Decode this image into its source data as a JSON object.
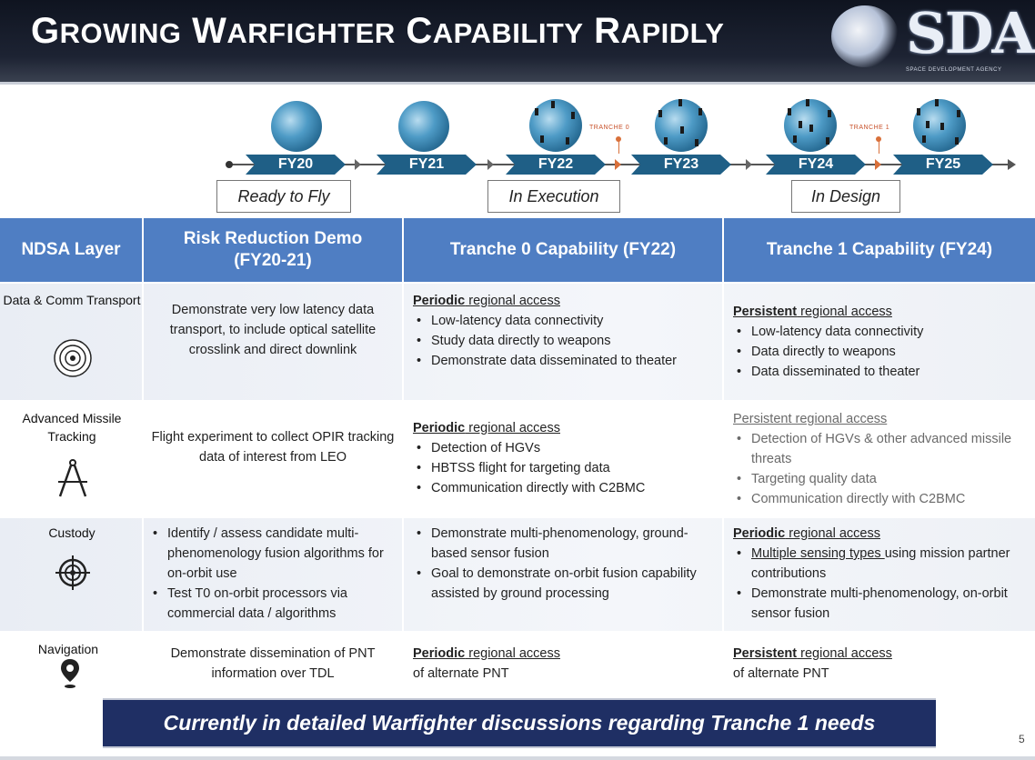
{
  "title": {
    "first_caps": [
      "G",
      "W",
      "C",
      "R"
    ],
    "words": [
      "ROWING",
      "ARFIGHTER",
      "APABILITY",
      "APIDLY"
    ]
  },
  "logo": {
    "letters": "SDA",
    "agency": "SPACE DEVELOPMENT AGENCY"
  },
  "timeline": {
    "fiscal_years": [
      "FY20",
      "FY21",
      "FY22",
      "FY23",
      "FY24",
      "FY25"
    ],
    "tranche_markers": [
      "TRANCHE 0",
      "TRANCHE 1"
    ],
    "phases": [
      "Ready to Fly",
      "In Execution",
      "In Design"
    ]
  },
  "table": {
    "headers": [
      "NDSA Layer",
      "Risk Reduction Demo (FY20-21)",
      "Tranche 0 Capability (FY22)",
      "Tranche 1 Capability (FY24)"
    ],
    "rows": [
      {
        "layer": "Data & Comm Transport",
        "icon": "concentric-rings-icon",
        "demo": "Demonstrate very low latency data transport, to include optical satellite crosslink and direct downlink",
        "t0_access_bold": "Periodic",
        "t0_access_rest": " regional access",
        "t0_items": [
          "Low-latency data connectivity",
          "Study data directly to weapons",
          "Demonstrate data disseminated to theater"
        ],
        "t1_access_bold": "Persistent",
        "t1_access_rest": " regional access",
        "t1_items": [
          "Low-latency data connectivity",
          "Data directly to weapons",
          "Data disseminated to theater"
        ]
      },
      {
        "layer": "Advanced Missile Tracking",
        "icon": "tracking-compass-icon",
        "demo": "Flight experiment to collect OPIR tracking data of interest from LEO",
        "t0_access_bold": "Periodic",
        "t0_access_rest": " regional access",
        "t0_items": [
          "Detection of HGVs",
          "HBTSS flight for targeting data",
          "Communication directly with C2BMC"
        ],
        "t1_access_bold": "Persistent",
        "t1_access_rest": " regional access",
        "t1_items": [
          "Detection of HGVs & other advanced missile threats",
          "Targeting quality data",
          "Communication directly with C2BMC"
        ]
      },
      {
        "layer": "Custody",
        "icon": "crosshair-target-icon",
        "demo_items": [
          "Identify / assess candidate multi-phenomenology fusion algorithms for on-orbit use",
          "Test T0 on-orbit processors via commercial data / algorithms"
        ],
        "t0_items": [
          "Demonstrate multi-phenomenology, ground-based sensor fusion",
          "Goal to demonstrate on-orbit fusion capability assisted by ground processing"
        ],
        "t1_access_bold": "Periodic",
        "t1_access_rest": " regional access",
        "t1_item1_underlined": "Multiple sensing types ",
        "t1_item1_rest": "using mission partner contributions",
        "t1_item2": "Demonstrate multi-phenomenology, on-orbit sensor fusion"
      },
      {
        "layer": "Navigation",
        "icon": "location-pin-icon",
        "demo": "Demonstrate dissemination of PNT information over TDL",
        "t0_access_bold": "Periodic",
        "t0_access_rest": " regional access",
        "t0_tail": "of alternate PNT",
        "t1_access_bold": "Persistent",
        "t1_access_rest": " regional access",
        "t1_tail": "of alternate PNT"
      }
    ]
  },
  "banner": "Currently in detailed Warfighter discussions regarding Tranche 1 needs",
  "page_number": "5",
  "colors": {
    "header_blue": "#4f7ec3",
    "fy_blue": "#1f5f86",
    "banner_navy": "#1f2f64",
    "tranche_orange": "#d9703a"
  }
}
